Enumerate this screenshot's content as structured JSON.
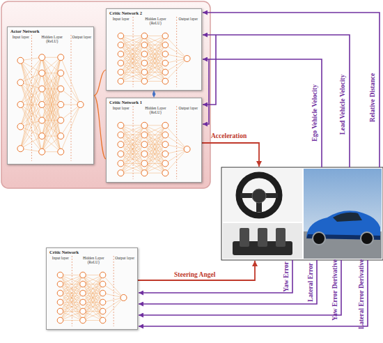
{
  "diagram": {
    "nodes": [
      {
        "text": [
          "Actor Network",
          "Input layer",
          "Hidden Layer (ReLU)",
          "Output layer"
        ]
      },
      {
        "text": [
          "Critic Network 2",
          "Input layer",
          "Hidden Layer (ReLU)",
          "Output layer"
        ]
      },
      {
        "text": [
          "Critic Network 1",
          "Input layer",
          "Hidden Layer (ReLU)",
          "Output layer"
        ]
      },
      {
        "text": [
          "Critic Network",
          "Input layer",
          "Hidden Layer (ReLU)",
          "Output layer"
        ]
      }
    ],
    "edges": [
      {
        "from": 0,
        "to": 1,
        "arrow": "none"
      },
      {
        "from": 0,
        "to": 2,
        "arrow": "none"
      },
      {
        "from": 1,
        "to": 2,
        "arrow": "both"
      }
    ],
    "labels": [
      "Acceleration",
      "Ego Vehicle Velocity",
      "Lead Vehicle Velocity",
      "Relative Distance",
      "Steering Angel",
      "Yaw Error",
      "Lateral Error",
      "Yaw Error Derivative",
      "Lateral Error Derivative"
    ]
  }
}
